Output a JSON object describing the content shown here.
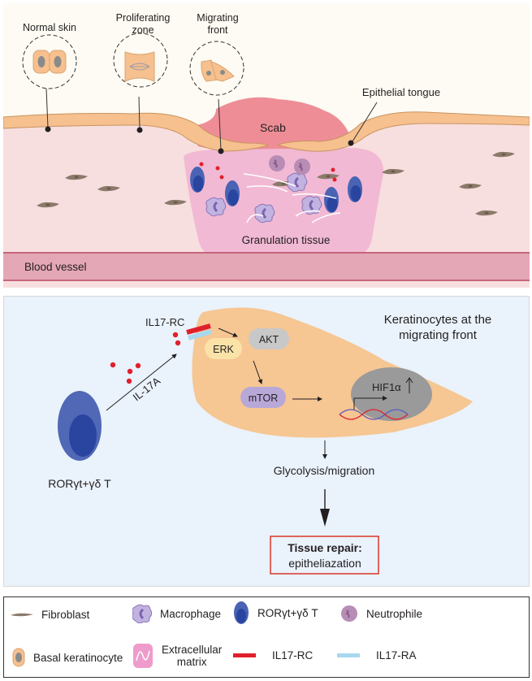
{
  "top_panel": {
    "insets": [
      {
        "label_lines": [
          "Normal skin"
        ]
      },
      {
        "label_lines": [
          "Proliferating",
          "zone"
        ]
      },
      {
        "label_lines": [
          "Migrating",
          "front"
        ]
      }
    ],
    "labels": {
      "epithelial_tongue": "Epithelial tongue",
      "scab": "Scab",
      "granulation_tissue": "Granulation tissue",
      "blood_vessel": "Blood vessel"
    }
  },
  "mid_panel": {
    "title_lines": [
      "Keratinocytes at the",
      "migrating front"
    ],
    "receptor_label": "IL17-RC",
    "cytokine_label": "IL-17A",
    "t_cell_label": "RORγt+γδ T",
    "nodes": {
      "erk": "ERK",
      "akt": "AKT",
      "mtor": "mTOR",
      "hif": "HIF1α"
    },
    "outcome": "Glycolysis/migration",
    "result_title": "Tissue repair:",
    "result_sub": "epitheliazation"
  },
  "legend": {
    "items": [
      {
        "icon": "fibroblast-icon",
        "label": "Fibroblast"
      },
      {
        "icon": "macrophage-icon",
        "label": "Macrophage"
      },
      {
        "icon": "t-cell-icon",
        "label": "RORγt+γδ T"
      },
      {
        "icon": "neutrophil-icon",
        "label": "Neutrophile"
      },
      {
        "icon": "basal-keratinocyte-icon",
        "label": "Basal keratinocyte"
      },
      {
        "icon": "extracellular-matrix-icon",
        "label_lines": [
          "Extracellular",
          "matrix"
        ]
      },
      {
        "icon": "il17-rc-icon",
        "label": "IL17-RC"
      },
      {
        "icon": "il17-ra-icon",
        "label": "IL17-RA"
      }
    ]
  },
  "colors": {
    "skin_epidermis": "#f6c08f",
    "dermis": "#f8dfdf",
    "scab": "#ef8d97",
    "granulation": "#f1b9d4",
    "t_cell_outer": "#4a63b3",
    "t_cell_inner": "#2a45a0",
    "il17_rc": "#e0202c",
    "il17_ra": "#a8d8ef",
    "mid_bg": "#eaf2fb",
    "result_border": "#d9362b"
  }
}
